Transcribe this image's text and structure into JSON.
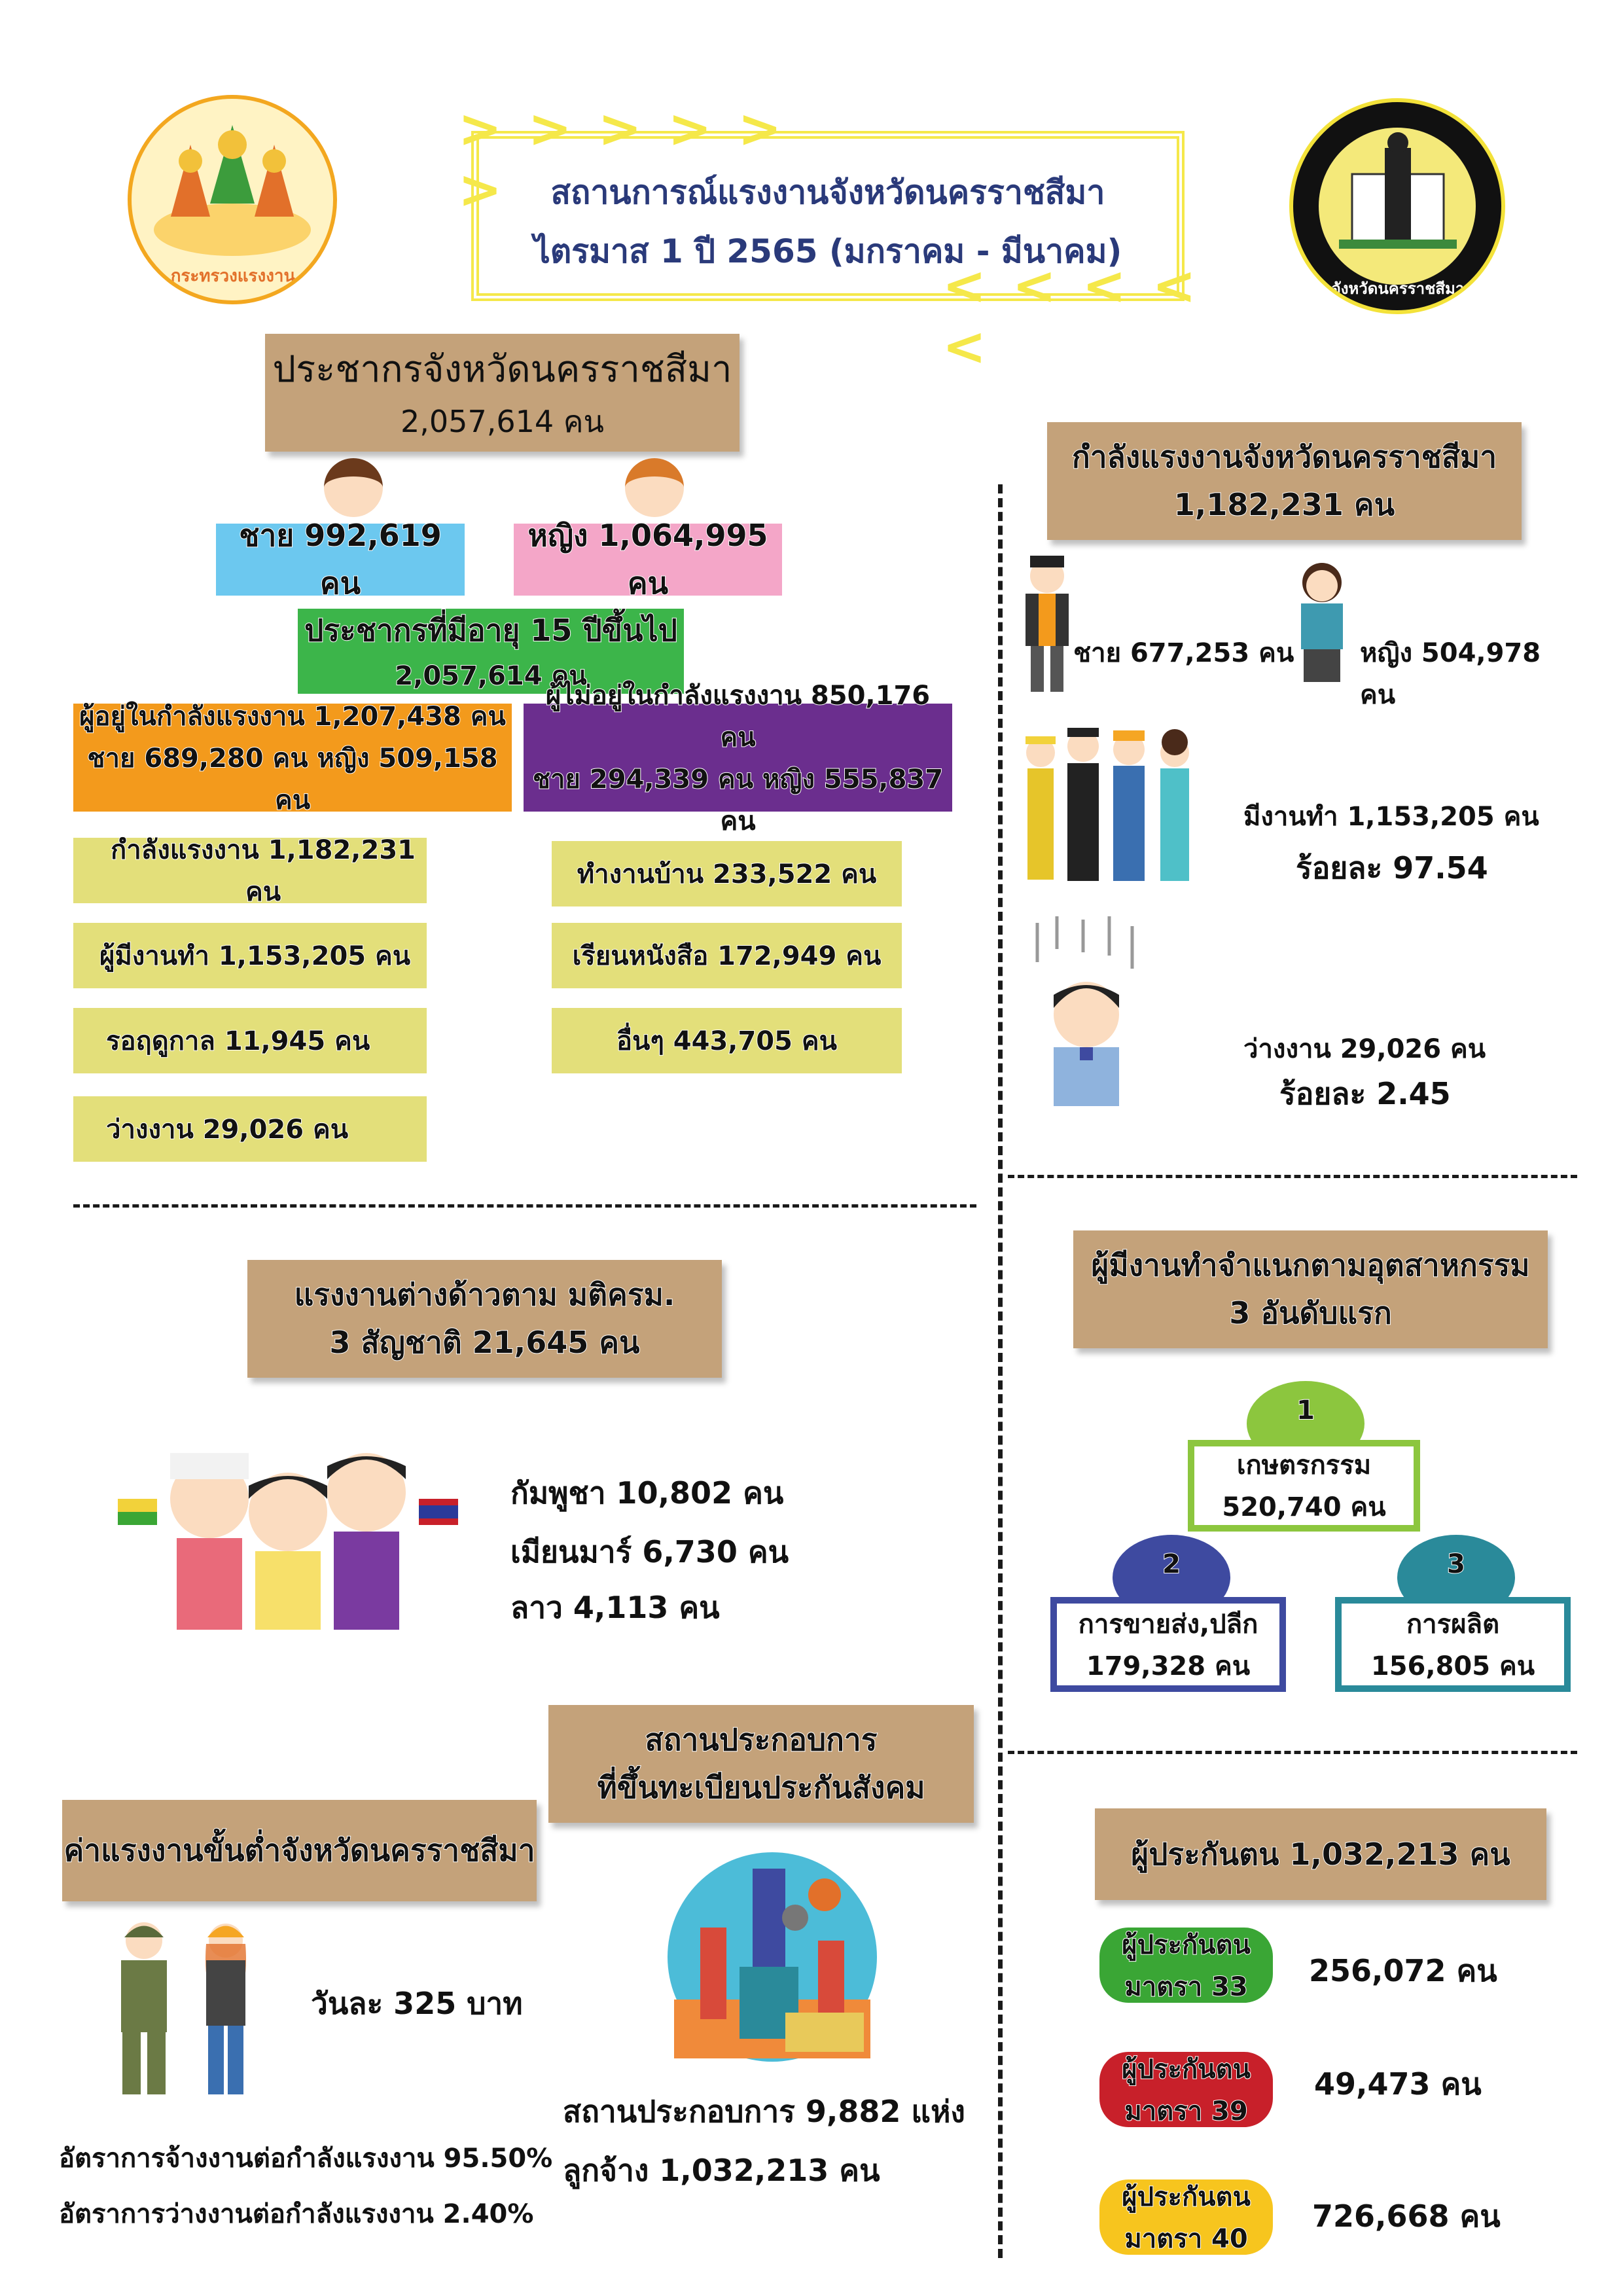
{
  "header": {
    "title_line1": "สถานการณ์แรงงานจังหวัดนครราชสีมา",
    "title_line2": "ไตรมาส 1 ปี 2565 (มกราคม - มีนาคม)",
    "arrows_top": "> > > > > >",
    "arrows_bottom": "< < < < <",
    "logo_left_text": "กระทรวงแรงงาน",
    "logo_right_text": "จังหวัดนครราชสีมา"
  },
  "population": {
    "title": "ประชากรจังหวัดนครราชสีมา",
    "total": "2,057,614 คน",
    "male": "ชาย 992,619 คน",
    "female": "หญิง 1,064,995 คน",
    "age15_title": "ประชากรที่มีอายุ 15 ปีขึ้นไป",
    "age15_total": "2,057,614 คน",
    "in_labor_line1": "ผู้อยู่ในกำลังแรงงาน 1,207,438 คน",
    "in_labor_line2": "ชาย 689,280 คน  หญิง 509,158 คน",
    "out_labor_line1": "ผู้ไม่อยู่ในกำลังแรงงาน 850,176 คน",
    "out_labor_line2": "ชาย 294,339 คน หญิง 555,837 คน",
    "in_items": [
      "กำลังแรงงาน 1,182,231 คน",
      "ผู้มีงานทำ 1,153,205 คน",
      "รอฤดูกาล 11,945 คน",
      "ว่างงาน 29,026 คน"
    ],
    "out_items": [
      "ทำงานบ้าน 233,522 คน",
      "เรียนหนังสือ 172,949 คน",
      "อื่นๆ 443,705 คน"
    ]
  },
  "labor_force": {
    "title": "กำลังแรงงานจังหวัดนครราชสีมา",
    "total": "1,182,231 คน",
    "male": "ชาย 677,253 คน",
    "female": "หญิง 504,978 คน",
    "employed": "มีงานทำ 1,153,205 คน",
    "employed_pct": "ร้อยละ 97.54",
    "unemployed": "ว่างงาน 29,026 คน",
    "unemployed_pct": "ร้อยละ 2.45"
  },
  "foreign_workers": {
    "title_line1": "แรงงานต่างด้าวตาม มติครม.",
    "title_line2": "3 สัญชาติ  21,645 คน",
    "items": [
      "กัมพูชา 10,802 คน",
      "เมียนมาร์ 6,730 คน",
      "ลาว 4,113 คน"
    ]
  },
  "industry": {
    "title_line1": "ผู้มีงานทำจำแนกตามอุตสาหกรรม",
    "title_line2": "3 อันดับแรก",
    "ranks": [
      {
        "rank": "1",
        "name": "เกษตรกรรม",
        "value": "520,740 คน",
        "color": "#8cc63e"
      },
      {
        "rank": "2",
        "name": "การขายส่ง,ปลีก",
        "value": "179,328 คน",
        "color": "#3e4aa0"
      },
      {
        "rank": "3",
        "name": "การผลิต",
        "value": "156,805 คน",
        "color": "#2a8a9a"
      }
    ]
  },
  "min_wage": {
    "title": "ค่าแรงงานขั้นต่ำจังหวัดนครราชสีมา",
    "value": "วันละ 325 บาท",
    "employment_rate": "อัตราการจ้างงานต่อกำลังแรงงาน 95.50%",
    "unemployment_rate": "อัตราการว่างงานต่อกำลังแรงงาน 2.40%"
  },
  "establishments": {
    "title_line1": "สถานประกอบการ",
    "title_line2": "ที่ขึ้นทะเบียนประกันสังคม",
    "count": "สถานประกอบการ 9,882 แห่ง",
    "employees": "ลูกจ้าง 1,032,213 คน"
  },
  "insured": {
    "title": "ผู้ประกันตน 1,032,213 คน",
    "sections": [
      {
        "label1": "ผู้ประกันตน",
        "label2": "มาตรา 33",
        "value": "256,072 คน",
        "color": "#3aa635"
      },
      {
        "label1": "ผู้ประกันตน",
        "label2": "มาตรา 39",
        "value": "49,473 คน",
        "color": "#c8202a"
      },
      {
        "label1": "ผู้ประกันตน",
        "label2": "มาตรา 40",
        "value": "726,668 คน",
        "color": "#f7c51e"
      }
    ]
  },
  "colors": {
    "tan": "#c4a27a",
    "yellow_box": "#e3df7a",
    "male_box": "#6cc8ef",
    "female_box": "#f4a6c8",
    "green_box": "#3cb54a",
    "orange_box": "#f39a1c",
    "purple_box": "#6b2e8e",
    "title_frame": "#f5e84a"
  }
}
